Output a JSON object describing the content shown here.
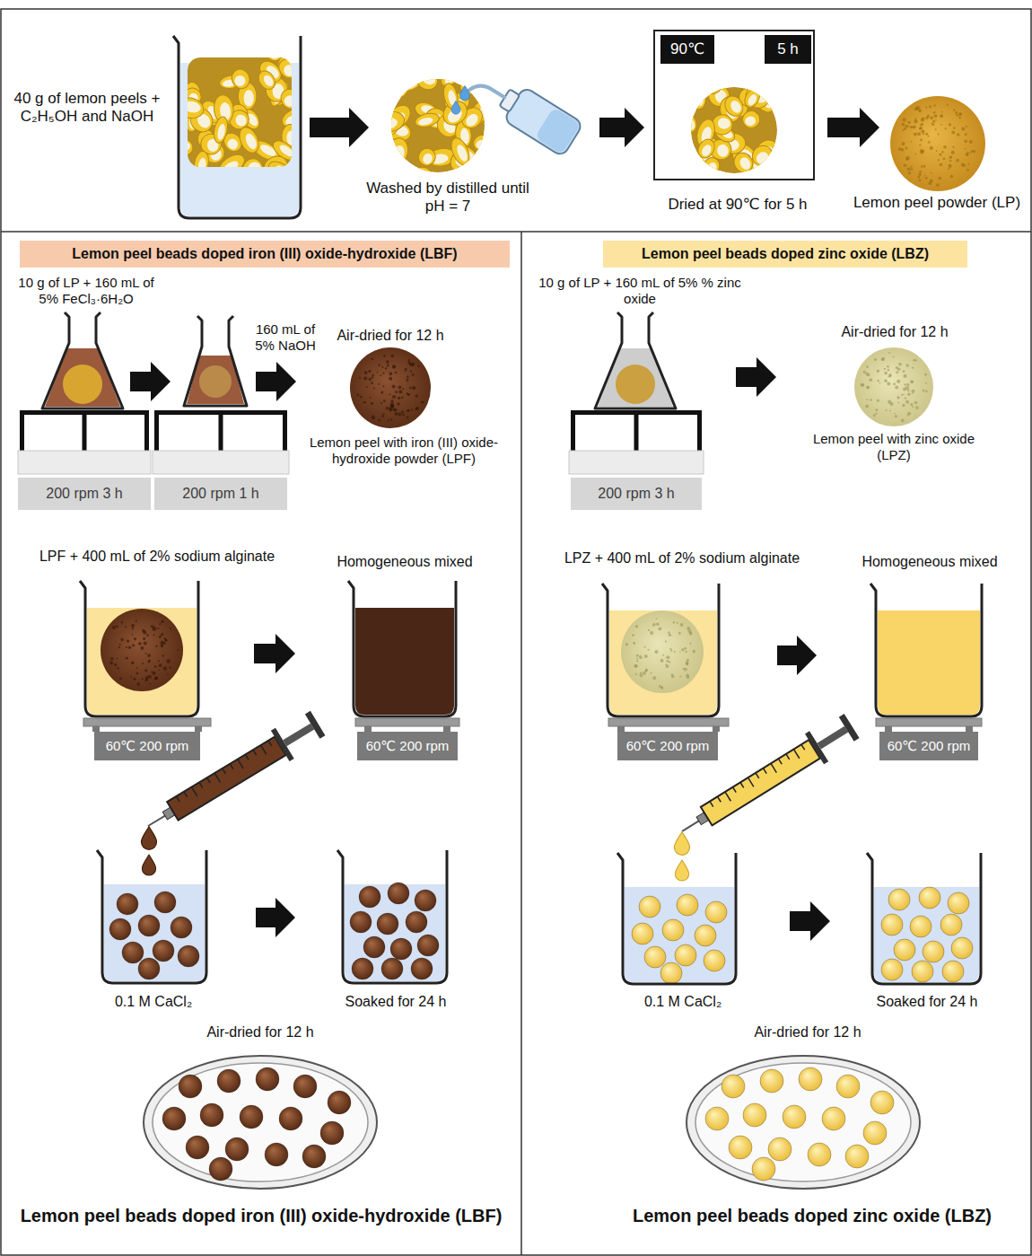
{
  "diagram": {
    "nodes": [
      {
        "text": [
          "40 g of lemon peels + C₂H₅OH and NaOH"
        ]
      },
      {
        "text": [
          "Washed by distilled until pH = 7"
        ]
      },
      {
        "text": [
          "Dried at 90℃ for 5 h"
        ]
      },
      {
        "text": [
          "90℃"
        ],
        "in": 2
      },
      {
        "text": [
          "5 h"
        ],
        "in": 2
      },
      {
        "text": [
          "Lemon peel powder (LP)"
        ]
      },
      {
        "text": [
          "Lemon peel beads doped iron (III) oxide-hydroxide (LBF)"
        ]
      },
      {
        "text": [
          "10 g of LP + 160 mL of 5% FeCl₃·6H₂O"
        ]
      },
      {
        "text": [
          "200 rpm 3 h"
        ]
      },
      {
        "text": [
          "160 mL of 5% NaOH"
        ]
      },
      {
        "text": [
          "200 rpm 1 h"
        ]
      },
      {
        "text": [
          "Air-dried for 12 h",
          "Lemon peel with iron (III) oxide-hydroxide powder (LPF)"
        ]
      },
      {
        "text": [
          "LPF + 400 mL of 2% sodium alginate"
        ]
      },
      {
        "text": [
          "60℃ 200 rpm"
        ]
      },
      {
        "text": [
          "Homogeneous mixed"
        ]
      },
      {
        "text": [
          "60℃ 200 rpm"
        ]
      },
      {
        "text": [
          "0.1 M CaCl₂"
        ]
      },
      {
        "text": [
          "Soaked for 24 h"
        ]
      },
      {
        "text": [
          "Air-dried for 12 h",
          "Lemon peel beads doped iron (III) oxide-hydroxide (LBF)"
        ]
      },
      {
        "text": [
          "Lemon peel beads doped zinc oxide (LBZ)"
        ]
      },
      {
        "text": [
          "10 g of LP + 160 mL of 5% % zinc oxide"
        ]
      },
      {
        "text": [
          "200 rpm 3 h"
        ]
      },
      {
        "text": [
          "Air-dried for 12 h",
          "Lemon peel with zinc oxide (LPZ)"
        ]
      },
      {
        "text": [
          "LPZ + 400 mL of 2% sodium alginate"
        ]
      },
      {
        "text": [
          "60℃ 200 rpm"
        ]
      },
      {
        "text": [
          "Homogeneous mixed"
        ]
      },
      {
        "text": [
          "60℃ 200 rpm"
        ]
      },
      {
        "text": [
          "0.1 M CaCl₂"
        ]
      },
      {
        "text": [
          "Soaked for 24 h"
        ]
      },
      {
        "text": [
          "Air-dried for 12 h",
          "Lemon peel beads doped zinc oxide (LBZ)"
        ]
      }
    ],
    "edges": [
      {
        "from": 0,
        "to": 1,
        "arrow": "to"
      },
      {
        "from": 1,
        "to": 2,
        "arrow": "to"
      },
      {
        "from": 2,
        "to": 5,
        "arrow": "to"
      },
      {
        "from": 7,
        "to": 9,
        "arrow": "to"
      },
      {
        "from": 9,
        "to": 11,
        "arrow": "to"
      },
      {
        "from": 12,
        "to": 14,
        "arrow": "to"
      },
      {
        "from": 16,
        "to": 17,
        "arrow": "to"
      },
      {
        "from": 20,
        "to": 22,
        "arrow": "to"
      },
      {
        "from": 23,
        "to": 25,
        "arrow": "to"
      },
      {
        "from": 27,
        "to": 28,
        "arrow": "to"
      }
    ]
  }
}
